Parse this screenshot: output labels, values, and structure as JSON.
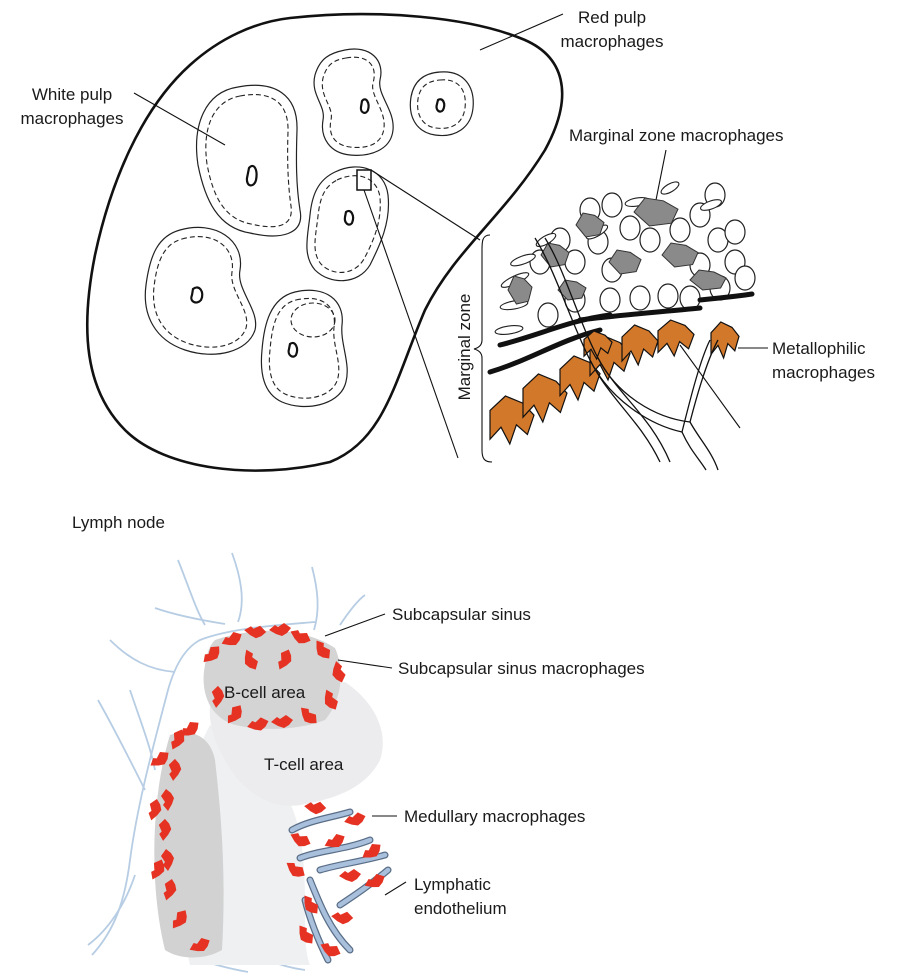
{
  "spleen": {
    "labels": {
      "red_pulp": [
        "Red pulp",
        "macrophages"
      ],
      "white_pulp": [
        "White pulp",
        "macrophages"
      ],
      "marginal_zone_macrophages": "Marginal zone macrophages",
      "marginal_zone": "Marginal zone",
      "metallophilic": [
        "Metallophilic",
        "macrophages"
      ]
    },
    "colors": {
      "outline": "#111111",
      "marginal_zone_macrophage": "#8a8a8a",
      "metallophilic_macrophage": "#d2782a"
    }
  },
  "lymph_node": {
    "title": "Lymph node",
    "labels": {
      "subcapsular_sinus": "Subcapsular sinus",
      "subcapsular_sinus_macrophages": "Subcapsular sinus macrophages",
      "b_cell_area": "B-cell area",
      "t_cell_area": "T-cell area",
      "medullary_macrophages": "Medullary macrophages",
      "lymphatic_endothelium": [
        "Lymphatic",
        "endothelium"
      ]
    },
    "colors": {
      "vessel": "#b7cde4",
      "b_cell_area": "#d4d4d4",
      "t_cell_area": "#ececee",
      "macrophage": "#e53222",
      "endothelium": "#a9c0dc"
    }
  }
}
